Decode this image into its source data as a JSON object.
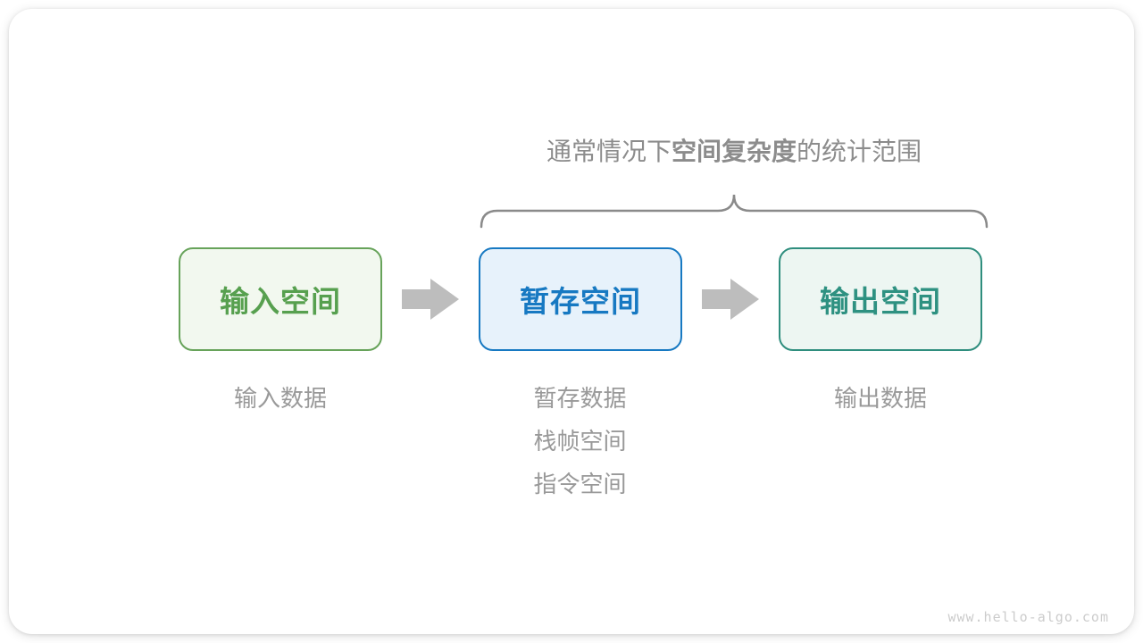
{
  "title": {
    "prefix": "通常情况下",
    "bold": "空间复杂度",
    "suffix": "的统计范围"
  },
  "boxes": [
    {
      "label": "输入空间",
      "border_color": "#67A35A",
      "bg_color": "#F2F8EF",
      "text_color": "#57A04F"
    },
    {
      "label": "暂存空间",
      "border_color": "#1779C2",
      "bg_color": "#E7F2FB",
      "text_color": "#1779C2"
    },
    {
      "label": "输出空间",
      "border_color": "#2F8E7E",
      "bg_color": "#EDF6F2",
      "text_color": "#2E9181"
    }
  ],
  "notes": {
    "input": [
      "输入数据"
    ],
    "temp": [
      "暂存数据",
      "栈帧空间",
      "指令空间"
    ],
    "output": [
      "输出数据"
    ]
  },
  "watermark": "www.hello-algo.com",
  "colors": {
    "title": "#8C8C8C",
    "note": "#999999",
    "brace": "#8A8A8A",
    "arrow": "#BDBDBD",
    "watermark": "#CCCCCC",
    "card_bg": "#FFFFFF"
  }
}
